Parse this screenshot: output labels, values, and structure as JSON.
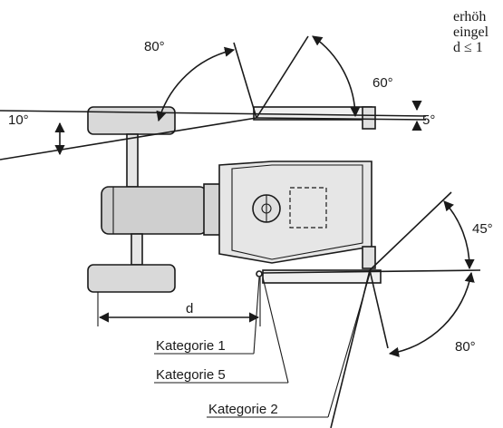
{
  "side_text": {
    "line1": "erhöh",
    "line2": "eingel",
    "line3": "d ≤ 1"
  },
  "angles": {
    "top_left": "80°",
    "top_right": "60°",
    "left_tilt": "10°",
    "right_tilt": "5°",
    "right_upper": "45°",
    "right_lower": "80°"
  },
  "distance_label": "d",
  "categories": {
    "cat1": "Kategorie 1",
    "cat5": "Kategorie 5",
    "cat2": "Kategorie 2"
  },
  "colors": {
    "line": "#1a1a1a",
    "wheel_fill": "#d9d9d9",
    "engine_fill": "#cfcfcf",
    "body_fill": "#e6e6e6",
    "cab_fill": "#f2f2f2"
  }
}
